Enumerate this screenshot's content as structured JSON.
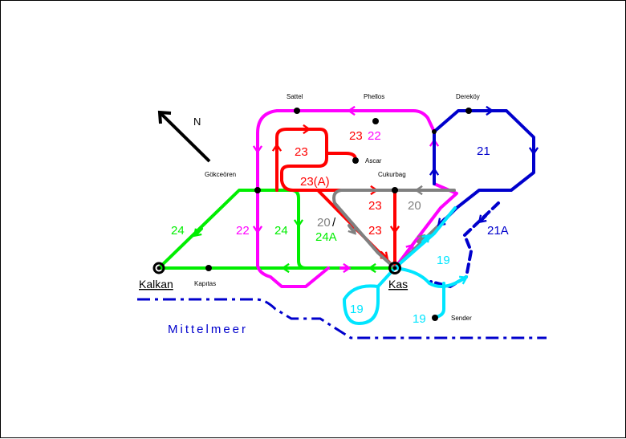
{
  "colors": {
    "route_19": "#00e5ff",
    "route_20": "#808080",
    "route_21": "#0000cc",
    "route_22": "#ff00ff",
    "route_23": "#ff0000",
    "route_24": "#00ee00",
    "sea": "#0000cc",
    "stop": "#000000"
  },
  "north_label": "N",
  "sea_label": "Mittelmeer",
  "towns": {
    "kalkan": "Kalkan",
    "kas": "Kas"
  },
  "stops": {
    "kapitas": "Kapıtas",
    "sattel": "Sattel",
    "phellos": "Phellos",
    "derekoy": "Dereköy",
    "gokceoren": "Gökceören",
    "ascar": "Ascar",
    "cukurbag": "Cukurbag",
    "sender": "Sender"
  },
  "route_labels": {
    "r23_top": "23",
    "r22_top": "22",
    "r21": "21",
    "r23_loop": "23",
    "r23a": "23(A)",
    "r23_mid": "23",
    "r20_right": "20",
    "r20_left": "20",
    "slash": "/",
    "r24a": "24A",
    "r23_low": "23",
    "r21a": "21A",
    "r24_left": "24",
    "r22_left": "22",
    "r24_mid": "24",
    "r19_right": "19",
    "r19_loop": "19",
    "r19_sender": "19"
  }
}
